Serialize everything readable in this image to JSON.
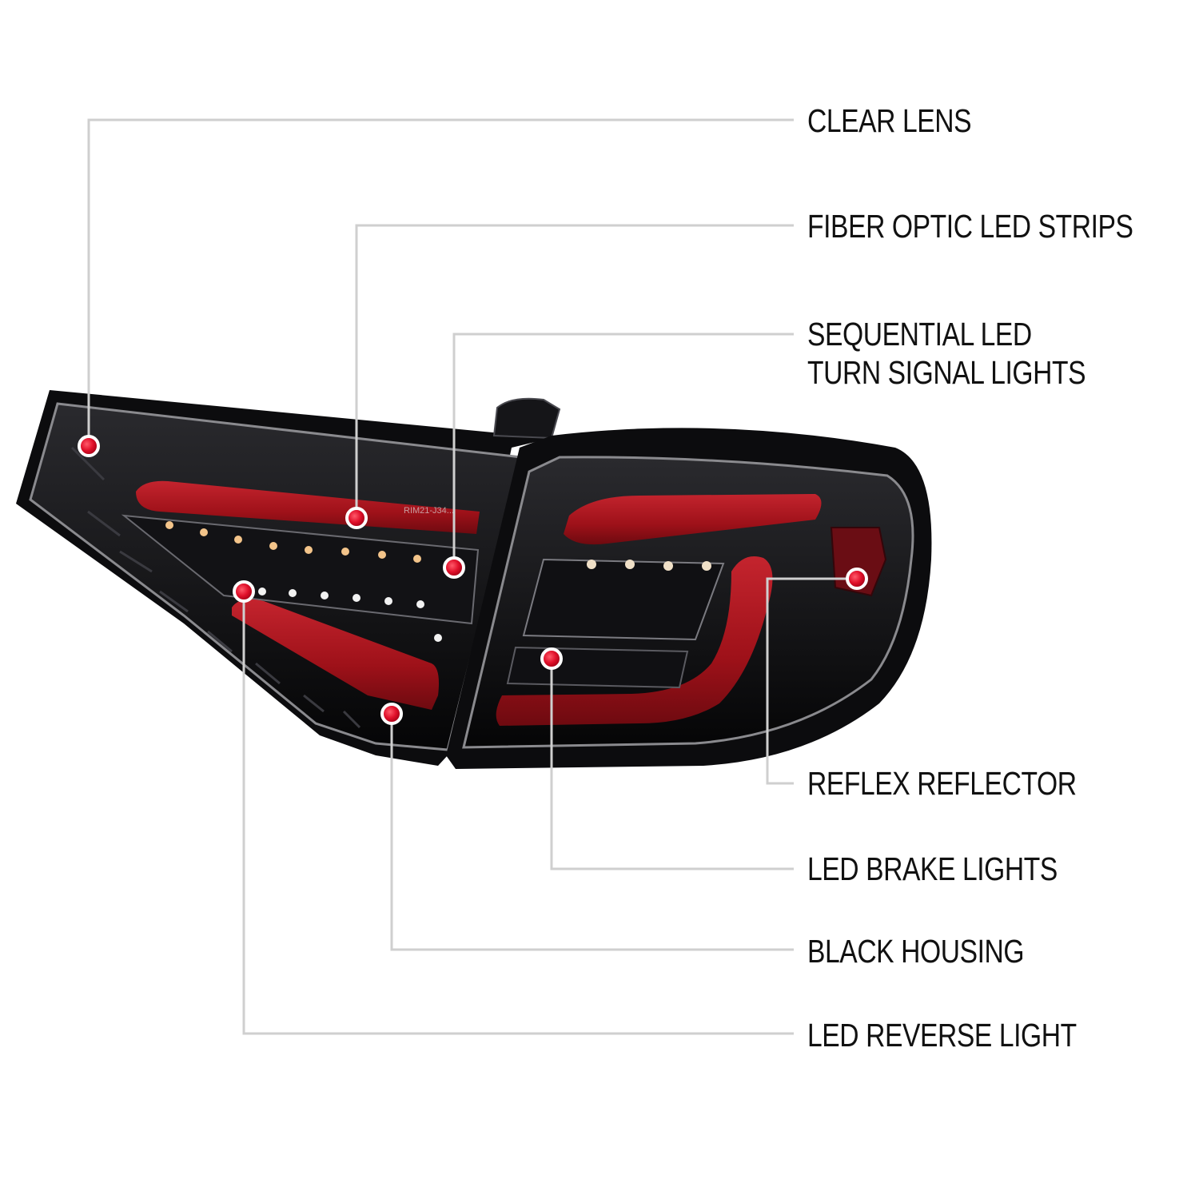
{
  "colors": {
    "background": "#ffffff",
    "leader_line": "#cfcfcf",
    "marker": "#e0102a",
    "housing": "#0c0c0e",
    "light_bar": "#a8121e",
    "label_text": "#111111"
  },
  "callouts": [
    {
      "id": "clear-lens",
      "lines": [
        "CLEAR LENS"
      ]
    },
    {
      "id": "fiber-optic-led-strips",
      "lines": [
        "FIBER OPTIC LED STRIPS"
      ]
    },
    {
      "id": "sequential-led-turn-signal",
      "lines": [
        "SEQUENTIAL LED",
        "TURN SIGNAL LIGHTS"
      ]
    },
    {
      "id": "reflex-reflector",
      "lines": [
        "REFLEX REFLECTOR"
      ]
    },
    {
      "id": "led-brake-lights",
      "lines": [
        "LED BRAKE LIGHTS"
      ]
    },
    {
      "id": "black-housing",
      "lines": [
        "BLACK HOUSING"
      ]
    },
    {
      "id": "led-reverse-light",
      "lines": [
        "LED REVERSE LIGHT"
      ]
    }
  ],
  "lens_marking": "RIM21-J34..."
}
